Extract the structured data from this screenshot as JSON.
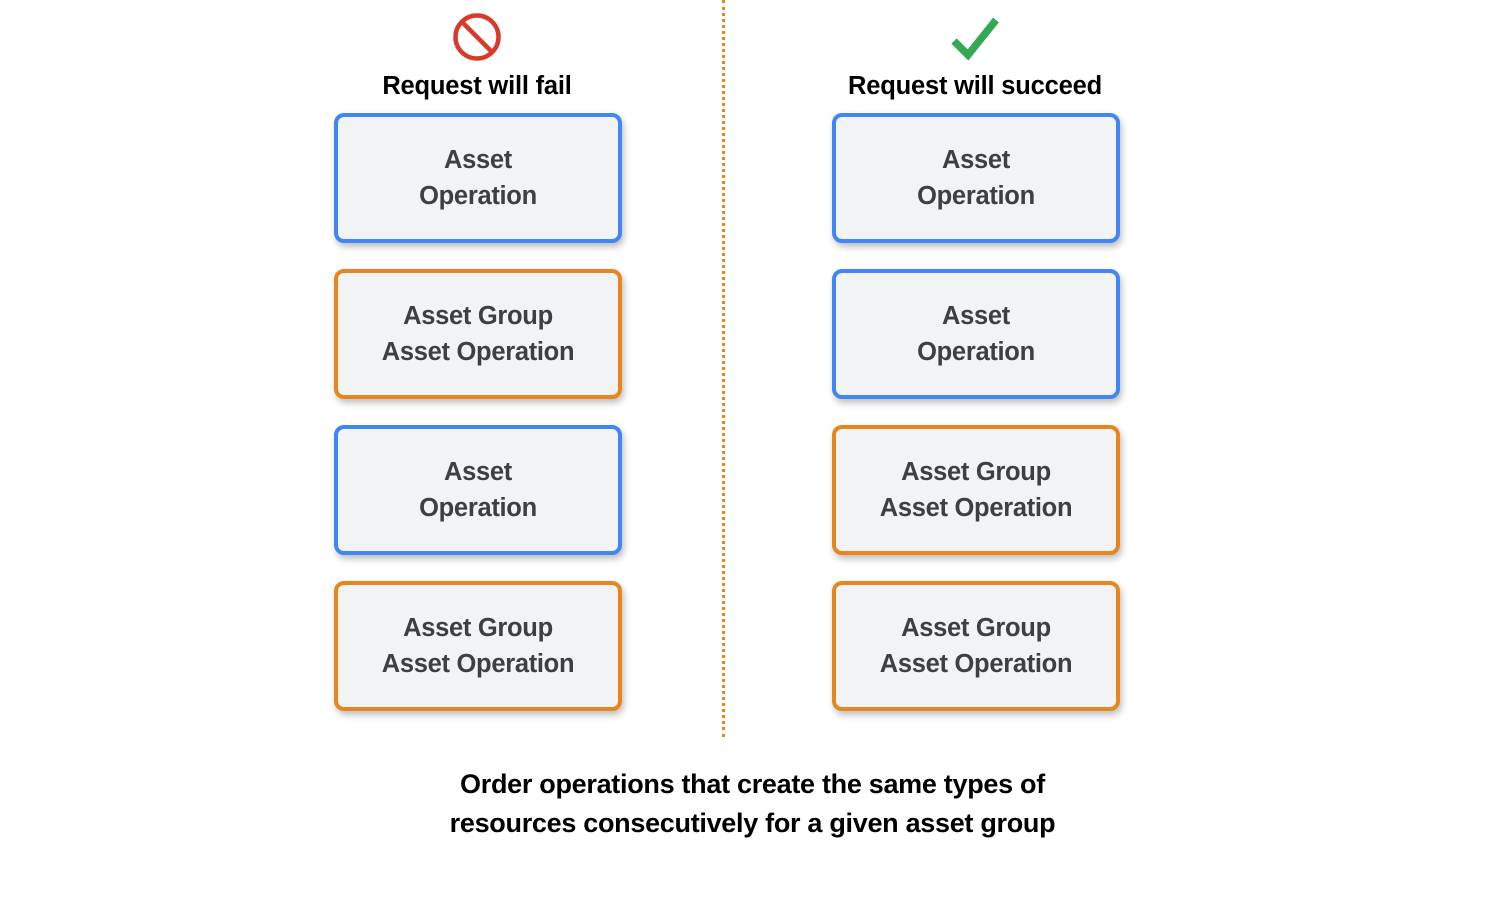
{
  "diagram": {
    "colors": {
      "blue_border": "#4285F4",
      "orange_border": "#E8861E",
      "box_fill": "#F1F3F4",
      "box_text": "#3C4043",
      "fail_icon": "#D93B2B",
      "success_icon": "#34A853",
      "divider": "#E8861E",
      "background": "#FFFFFF"
    },
    "columns": [
      {
        "id": "fail",
        "icon_name": "prohibition-icon",
        "header_label": "Request will fail",
        "boxes": [
          {
            "text": "Asset\nOperation",
            "style": "blue"
          },
          {
            "text": "Asset Group\nAsset Operation",
            "style": "orange"
          },
          {
            "text": "Asset\nOperation",
            "style": "blue"
          },
          {
            "text": "Asset Group\nAsset Operation",
            "style": "orange"
          }
        ]
      },
      {
        "id": "succeed",
        "icon_name": "checkmark-icon",
        "header_label": "Request will succeed",
        "boxes": [
          {
            "text": "Asset\nOperation",
            "style": "blue"
          },
          {
            "text": "Asset\nOperation",
            "style": "blue"
          },
          {
            "text": "Asset Group\nAsset Operation",
            "style": "orange"
          },
          {
            "text": "Asset Group\nAsset Operation",
            "style": "orange"
          }
        ]
      }
    ],
    "caption": "Order operations that create the same types of\nresources consecutively for a given asset group"
  }
}
